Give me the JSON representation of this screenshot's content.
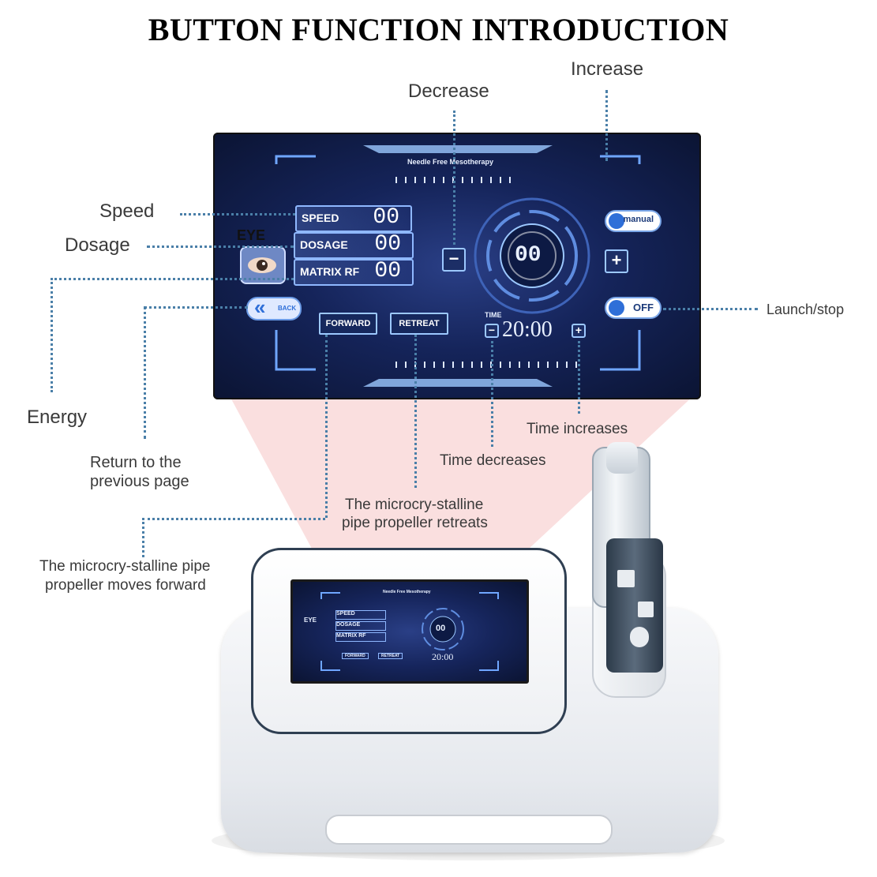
{
  "title": "BUTTON FUNCTION INTRODUCTION",
  "annotations": {
    "increase": "Increase",
    "decrease": "Decrease",
    "speed": "Speed",
    "dosage": "Dosage",
    "energy": "Energy",
    "launch_stop": "Launch/stop",
    "return_line1": "Return to the",
    "return_line2": "previous page",
    "time_increases": "Time increases",
    "time_decreases": "Time decreases",
    "retreats_line1": "The microcry-stalline",
    "retreats_line2": "pipe propeller retreats",
    "forward_line1": "The microcry-stalline pipe",
    "forward_line2": "propeller moves forward"
  },
  "screen": {
    "header": "Needle Free Mesotherapy",
    "eye_label": "EYE",
    "speed_label": "SPEED",
    "speed_value": "00",
    "dosage_label": "DOSAGE",
    "dosage_value": "00",
    "matrix_label": "MATRIX RF",
    "matrix_value": "00",
    "center_value": "00",
    "minus_symbol": "−",
    "plus_symbol": "+",
    "manual_label": "manual",
    "off_label": "OFF",
    "back_label": "BACK",
    "back_arrows": "«",
    "forward_label": "FORWARD",
    "retreat_label": "RETREAT",
    "time_label": "TIME",
    "time_value": "20:00",
    "time_minus": "−",
    "time_plus": "+"
  },
  "colors": {
    "leader": "#4a7fa8",
    "screen_bg": "#15245a",
    "screen_accent": "#8fb8ff",
    "beam": "#f3b8b8"
  }
}
